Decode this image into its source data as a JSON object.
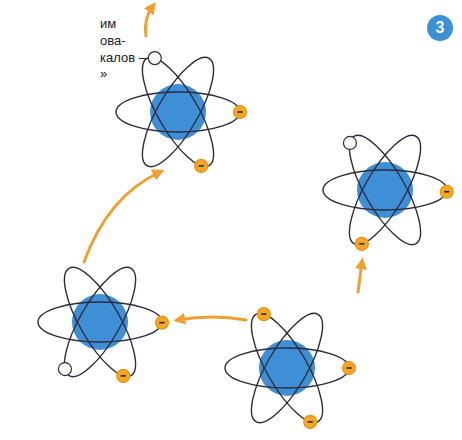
{
  "diagram": {
    "nodes": [
      {
        "text": [
          "3"
        ]
      }
    ],
    "labels": [
      "им",
      "ова-",
      "калов –",
      "»"
    ]
  }
}
